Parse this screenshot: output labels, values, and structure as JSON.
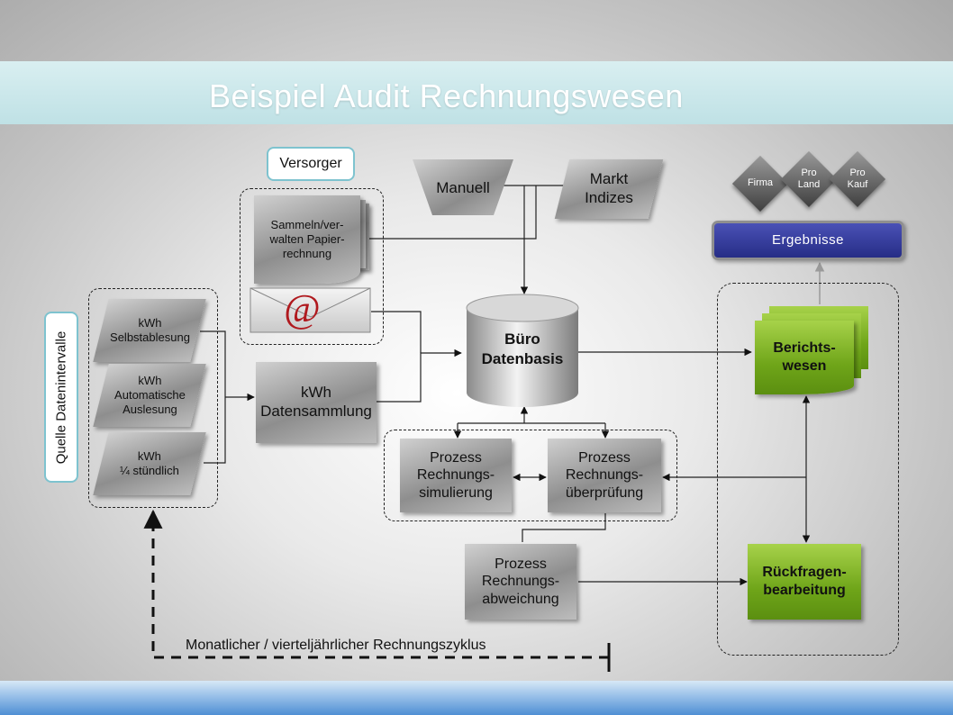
{
  "title": "Beispiel Audit Rechnungswesen",
  "source_label": "Quelle Datenintervalle",
  "versorger_label": "Versorger",
  "meters": {
    "self": "kWh\nSelbstablesung",
    "auto": "kWh\nAutomatische\nAuslesung",
    "quarter": "kWh\n¼ stündlich"
  },
  "paper": "Sammeln/ver-\nwalten Papier-\nrechnung",
  "email_symbol": "@",
  "kwh_collection": "kWh\nDatensammlung",
  "manual": "Manuell",
  "market": "Markt\nIndizes",
  "database": "Büro\nDatenbasis",
  "sim": "Prozess\nRechnungs-\nsimulierung",
  "check": "Prozess\nRechnungs-\nüberprüfung",
  "deviation": "Prozess\nRechnungs-\nabweichung",
  "reports": "Berichts-\nwesen",
  "queries": "Rückfragen-\nbearbeitung",
  "results": "Ergebnisse",
  "diamonds": [
    "Firma",
    "Pro\nLand",
    "Pro\nKauf"
  ],
  "cycle": "Monatlicher / vierteljährlicher Rechnungszyklus",
  "colors": {
    "banner": "#cfe9ec",
    "green": "#6fa519",
    "results": "#2d338a",
    "label_border": "#7ec3cf"
  }
}
